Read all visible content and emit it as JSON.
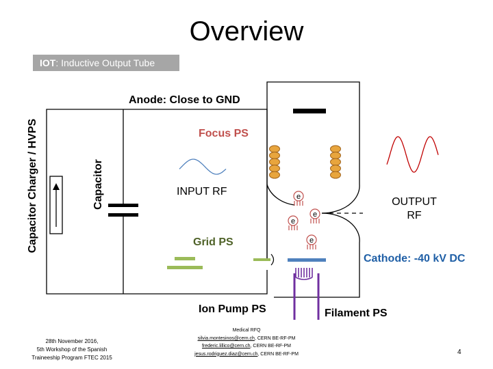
{
  "title": "Overview",
  "iot": {
    "abbr": "IOT",
    "desc": ": Inductive Output Tube"
  },
  "labels": {
    "anode": "Anode: Close to GND",
    "focus_ps": "Focus PS",
    "input_rf": "INPUT RF",
    "output_rf_line1": "OUTPUT",
    "output_rf_line2": "RF",
    "grid_ps": "Grid PS",
    "cathode": "Cathode: -40 kV DC",
    "ion_pump": "Ion Pump PS",
    "filament": "Filament PS",
    "capacitor_charger": "Capacitor Charger / HVPS",
    "capacitor": "Capacitor",
    "electron": "e"
  },
  "footer": {
    "left": [
      "28th November 2016,",
      "5th Workshop of the Spanish",
      "Traineeship Program FTEC 2015"
    ],
    "center_title": "Medical RFQ",
    "contacts": [
      {
        "email": "silvia.montesinos@cern.ch",
        "org": ", CERN BE-RF-PM"
      },
      {
        "email": "frederic.lillico@cern.ch",
        "org": ", CERN BE-RF-PM"
      },
      {
        "email": "jesus.rodriguez.diaz@cern.ch",
        "org": ", CERN BE-RF-PM"
      }
    ]
  },
  "page_number": "4",
  "colors": {
    "focus": "#c0504d",
    "coil": "#e8a53d",
    "coil_stroke": "#a0641e",
    "grid": "#9bbb59",
    "cathode": "#4f81bd",
    "filament": "#7030a0",
    "electron_ring": "#c0504d",
    "input_wave": "#4f81bd",
    "output_wave": "#c00000"
  }
}
